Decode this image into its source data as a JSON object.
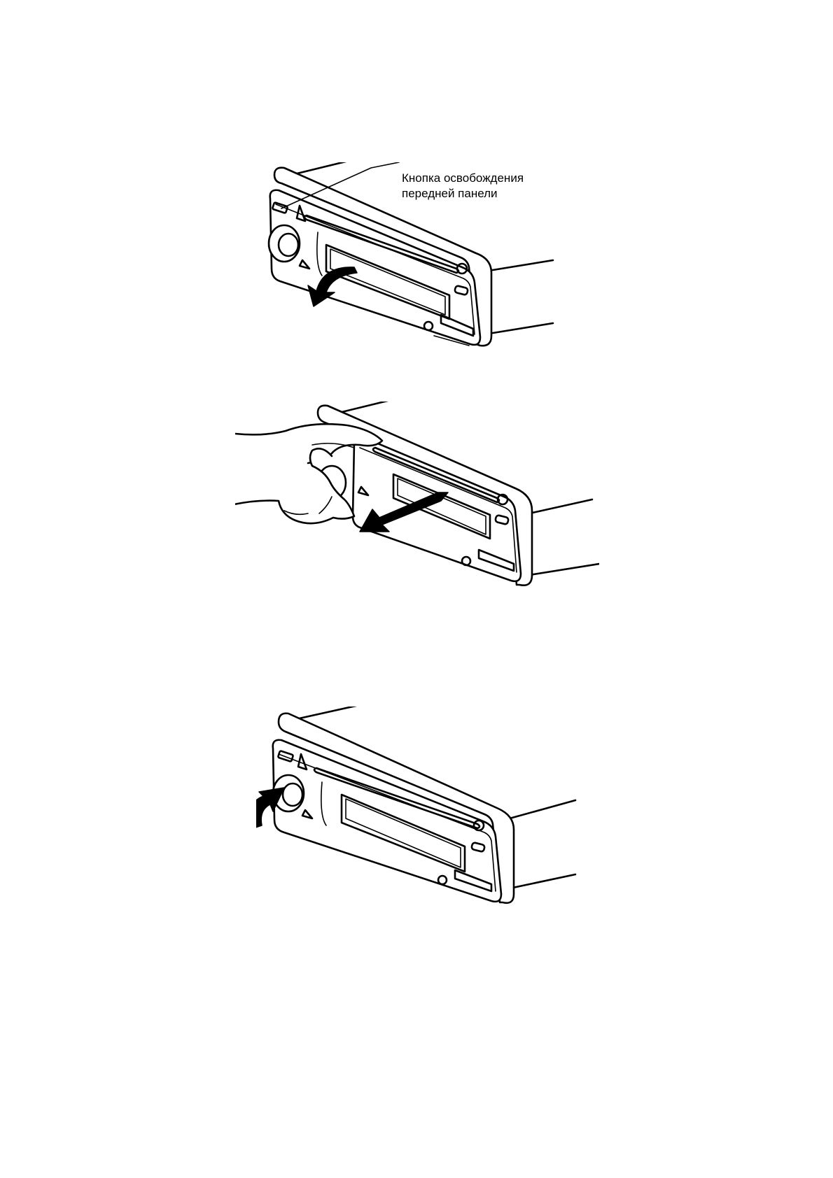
{
  "figure1": {
    "callout_label": {
      "line1": "Кнопка освобождения",
      "line2": "передней панели"
    }
  },
  "icons": {
    "release_arrow": "curved-arrow-down-left",
    "pull_arrow": "straight-arrow-down-left",
    "attach_arrow": "curved-arrow-up-right"
  }
}
